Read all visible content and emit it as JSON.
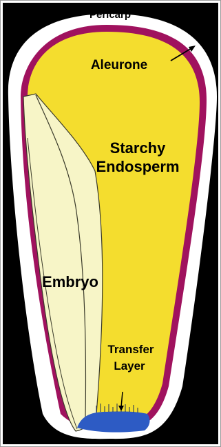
{
  "diagram": {
    "labels": {
      "pericarp": "Pericarp",
      "aleurone": "Aleurone",
      "starchy_line1": "Starchy",
      "starchy_line2": "Endosperm",
      "embryo": "Embryo",
      "transfer_line1": "Transfer",
      "transfer_line2": "Layer"
    },
    "colors": {
      "background": "#000000",
      "pericarp": "#ffffff",
      "aleurone": "#a0125e",
      "endosperm": "#f4dd2e",
      "embryo": "#f7f5c7",
      "transfer_layer": "#2d5bc4",
      "frame": "#9a9a9a"
    }
  }
}
